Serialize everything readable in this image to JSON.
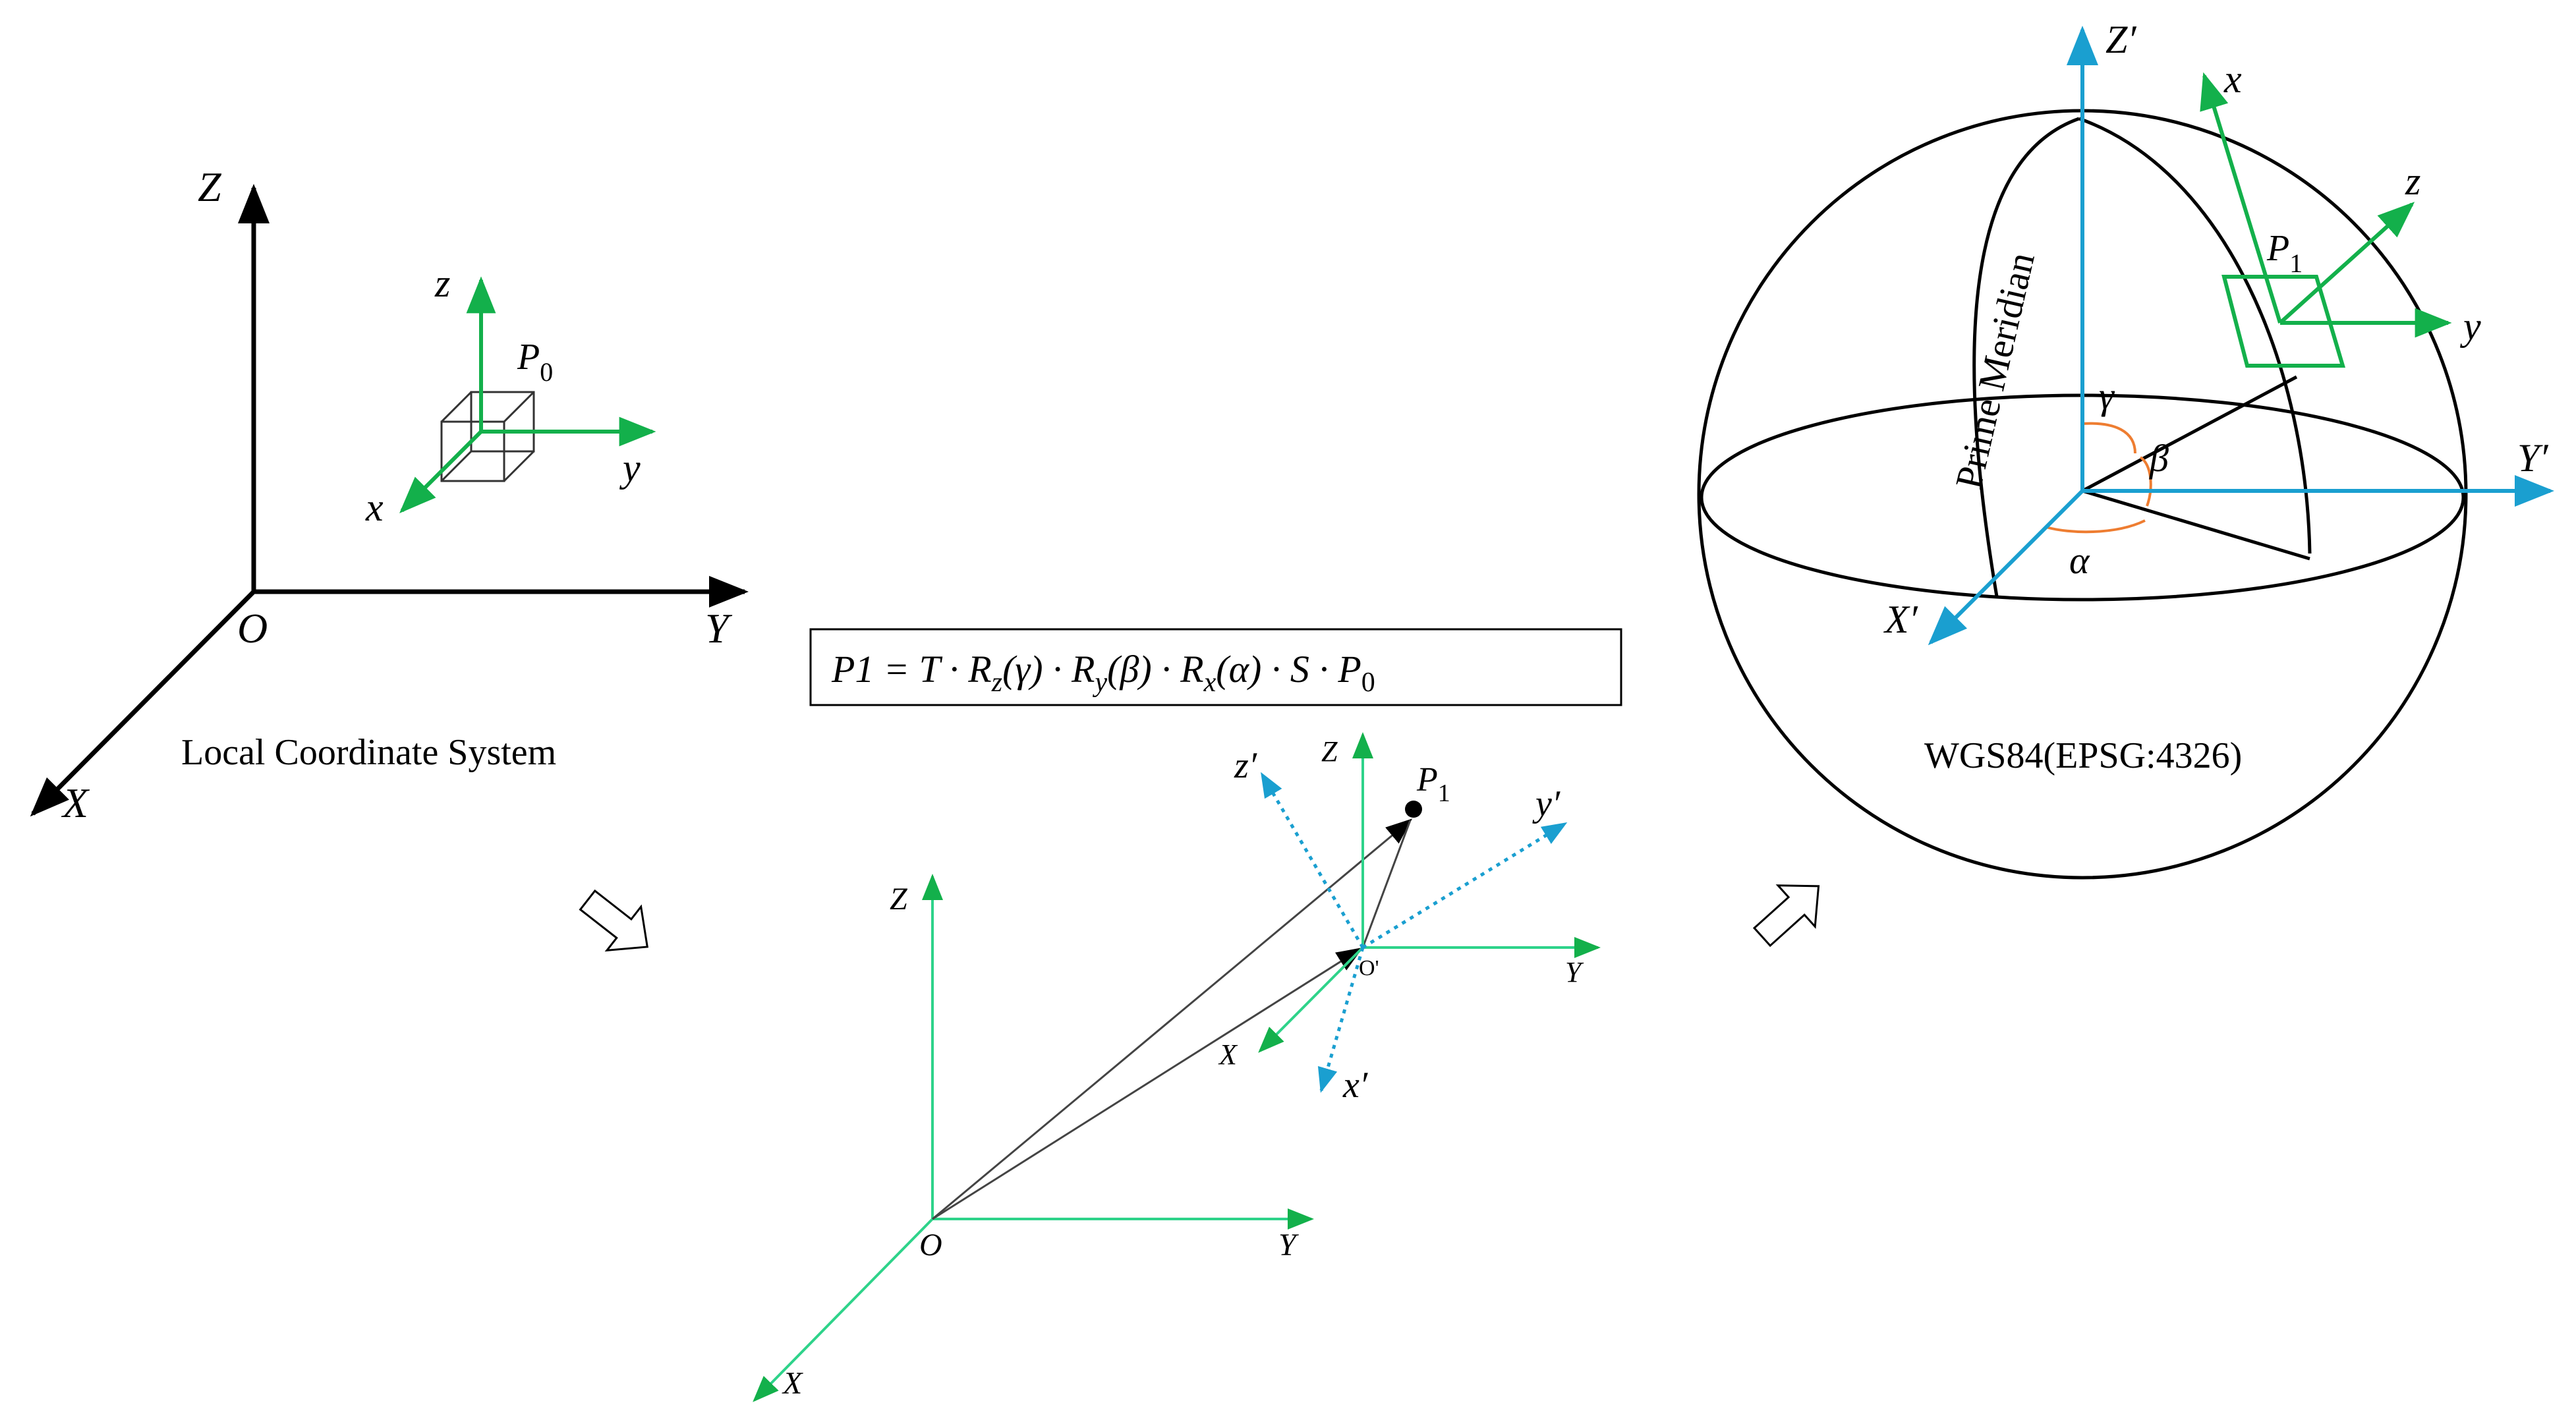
{
  "colors": {
    "black": "#000000",
    "green": "#13b04b",
    "cyan": "#1a9fd0",
    "orange": "#ee7d31",
    "thin_green": "#2ed38a"
  },
  "local": {
    "axis_Z": "Z",
    "axis_Y": "Y",
    "axis_X": "X",
    "origin": "O",
    "obj_z": "z",
    "obj_y": "y",
    "obj_x": "x",
    "point_base": "P",
    "point_sub": "0",
    "caption": "Local Coordinate System"
  },
  "formula": {
    "head": "P1 = T · R",
    "z_sub": "z",
    "gamma": "(γ) ·  R",
    "y_sub": "y",
    "beta": "(β) ·  R",
    "x_sub": "x",
    "alpha": "(α) · S · P",
    "p_sub": "0"
  },
  "middle": {
    "axis_Z": "Z",
    "axis_Y": "Y",
    "axis_X": "X",
    "origin": "O",
    "sub_Z": "Z",
    "sub_Y": "Y",
    "sub_X": "X",
    "sub_origin": "O'",
    "z_prime": "z′",
    "y_prime": "y′",
    "x_prime": "x′",
    "point_base": "P",
    "point_sub": "1"
  },
  "globe": {
    "axis_Z": "Z′",
    "axis_Y": "Y′",
    "axis_X": "X′",
    "meridian": "Prime Meridian",
    "gamma": "γ",
    "beta": "β",
    "alpha": "α",
    "obj_x": "x",
    "obj_y": "y",
    "obj_z": "z",
    "point_base": "P",
    "point_sub": "1",
    "caption": "WGS84(EPSG:4326)"
  }
}
